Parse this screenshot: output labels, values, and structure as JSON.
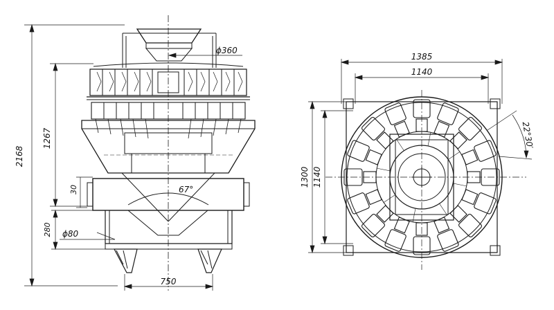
{
  "dimensions": {
    "overall_height": "2168",
    "upper_height": "1267",
    "hopper_dia": "ϕ360",
    "base_height": "280",
    "pipe_dia": "ϕ80",
    "small_gap": "30",
    "chute_angle": "67°",
    "outlet_spacing": "750",
    "width_overall": "1385",
    "width_inner": "1140",
    "depth_overall": "1300",
    "depth_inner": "1140",
    "bucket_angle": "22°30′"
  },
  "colors": {
    "line": "#1a1a1a",
    "background": "#ffffff"
  }
}
